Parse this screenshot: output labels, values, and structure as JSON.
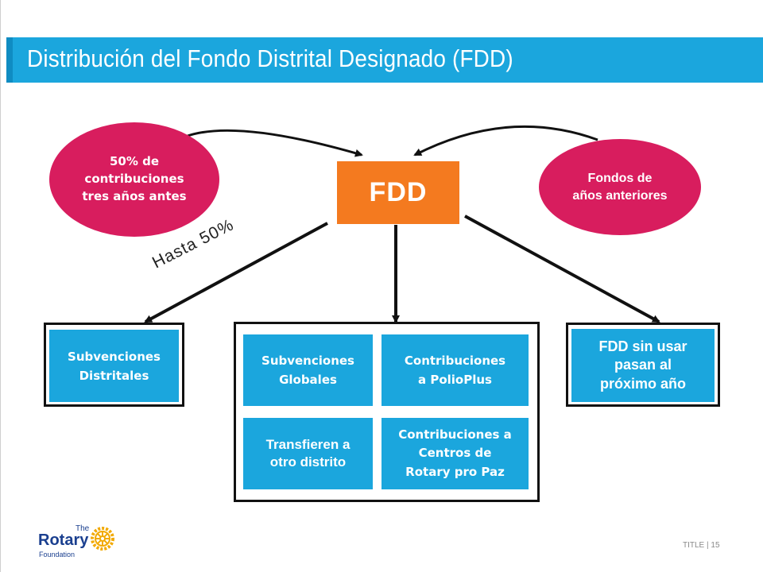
{
  "title": "Distribución del Fondo Distrital Designado (FDD)",
  "nodes": {
    "left_source": "50% de\ncontribuciones\ntres años antes",
    "right_source": "Fondos de\naños anteriores",
    "center": "FDD"
  },
  "edge_label": "Hasta 50%",
  "left_group": {
    "item": "Subvenciones\nDistritales"
  },
  "middle_group": {
    "items": [
      "Subvenciones\nGlobales",
      "Contribuciones\na PolioPlus",
      "Transfieren a\notro distrito",
      "Contribuciones a\nCentros de\nRotary pro Paz"
    ]
  },
  "right_group": {
    "item": "FDD sin usar\npasan al\npróximo año"
  },
  "logo": {
    "the": "The",
    "rotary": "Rotary",
    "foundation": "Foundation"
  },
  "footer": "TITLE | 15",
  "colors": {
    "title_bar": "#1ba6dd",
    "ellipse": "#d81d5e",
    "fdd": "#f47a1f",
    "box": "#1ba6dd"
  }
}
